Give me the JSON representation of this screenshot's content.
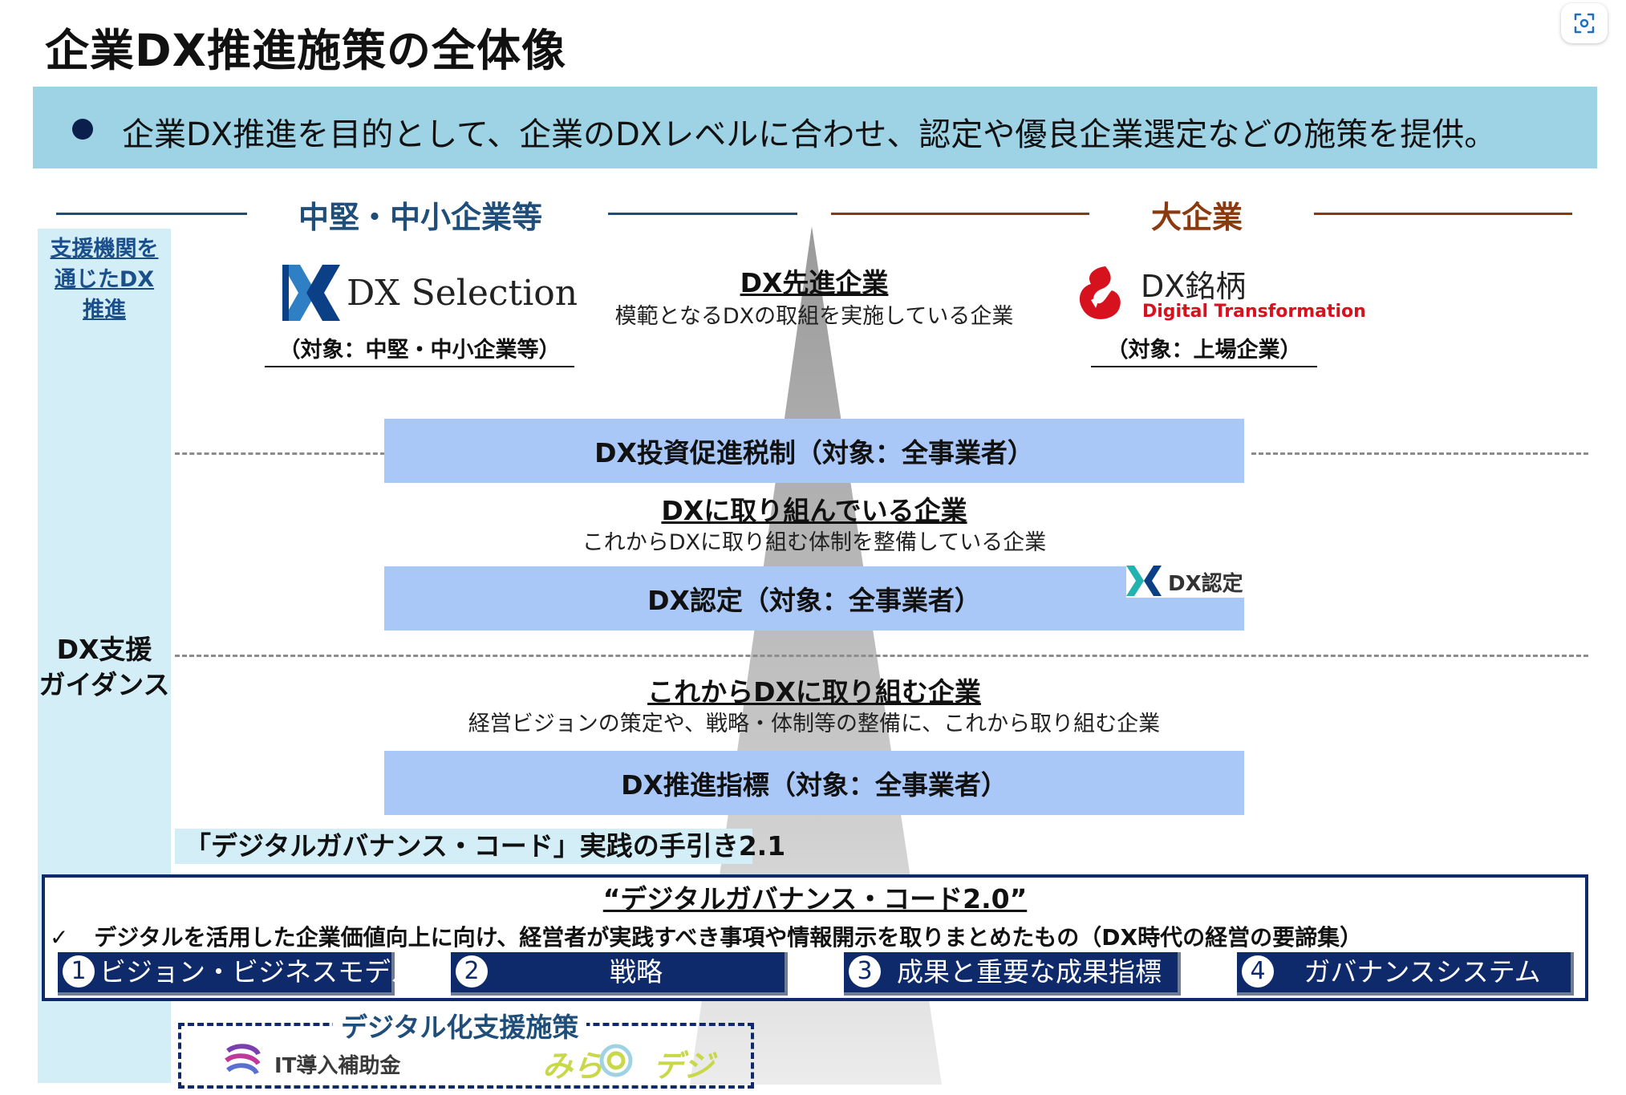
{
  "title": "企業DX推進施策の全体像",
  "banner": {
    "bullet": "●",
    "text": "企業DX推進を目的として、企業のDXレベルに合わせ、認定や優良企業選定などの施策を提供。"
  },
  "headers": {
    "mid_small": "中堅・中小企業等",
    "large": "大企業"
  },
  "sidebar": {
    "support_lines": [
      "支援機関を",
      "通じたDX",
      "推進"
    ],
    "guidance_lines": [
      "DX支援",
      "ガイダンス"
    ]
  },
  "dx_selection": {
    "logo_text": "DX Selection",
    "target": "（対象：中堅・中小企業等）"
  },
  "advanced": {
    "title": "DX先進企業",
    "subtitle": "模範となるDXの取組を実施している企業"
  },
  "dx_meigara": {
    "name": "DX銘柄",
    "sub": "Digital Transformation",
    "target": "（対象：上場企業）"
  },
  "bars": {
    "tax": "DX投資促進税制（対象：全事業者）",
    "cert": "DX認定（対象：全事業者）",
    "index": "DX推進指標（対象：全事業者）"
  },
  "level_engaged": {
    "title": "DXに取り組んでいる企業",
    "subtitle": "これからDXに取り組む体制を整備している企業"
  },
  "level_starting": {
    "title": "これからDXに取り組む企業",
    "subtitle": "経営ビジョンの策定や、戦略・体制等の整備に、これから取り組む企業"
  },
  "cert_logo_text": "DX認定",
  "guide_tag": "「デジタルガバナンス・コード」実践の手引き2.1",
  "code": {
    "title": "“デジタルガバナンス・コード2.0”",
    "check": "✓",
    "desc": "デジタルを活用した企業価値向上に向け、経営者が実践すべき事項や情報開示を取りまとめたもの（DX時代の経営の要諦集）",
    "pillars": [
      {
        "num": "1",
        "label": "ビジョン・ビジネスモデル"
      },
      {
        "num": "2",
        "label": "戦略"
      },
      {
        "num": "3",
        "label": "成果と重要な成果指標"
      },
      {
        "num": "4",
        "label": "ガバナンスシステム"
      }
    ]
  },
  "digital": {
    "title": "デジタル化支援施策",
    "it_label": "IT導入補助金",
    "mirai_left": "みら",
    "mirai_right": "デジ"
  },
  "colors": {
    "banner": "#9ed3e6",
    "side_band": "#d4eef7",
    "bar": "#a9c8f7",
    "navy": "#0e2a6b",
    "header_mid": "#1e4e79",
    "header_large": "#8b3a0f"
  }
}
